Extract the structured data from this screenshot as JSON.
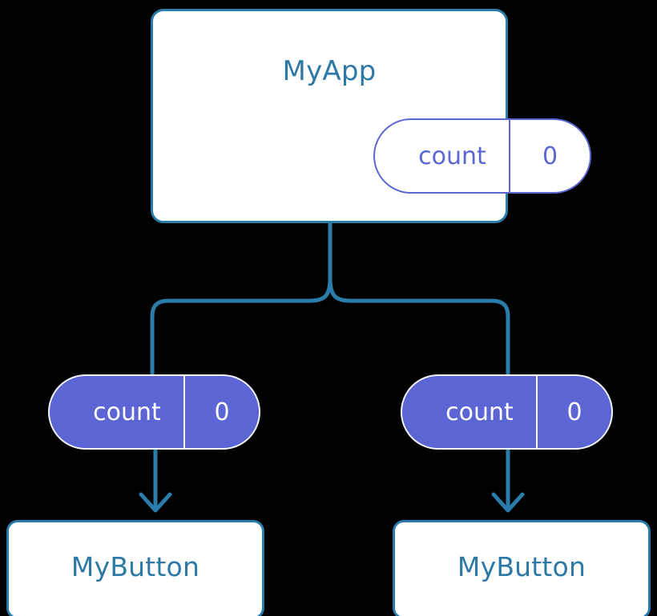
{
  "diagram": {
    "title_text": "MyApp",
    "background_color": "#000000",
    "accent_blue": "#2a7cab",
    "accent_purple": "#5b66d4",
    "root": {
      "name": "MyApp",
      "state": {
        "key": "count",
        "value": "0"
      }
    },
    "branches": [
      {
        "props": {
          "key": "count",
          "value": "0"
        },
        "child": {
          "name": "MyButton"
        }
      },
      {
        "props": {
          "key": "count",
          "value": "0"
        },
        "child": {
          "name": "MyButton"
        }
      }
    ],
    "connectors": {
      "trunk_label": "state-flow-trunk",
      "branch_label": "state-flow-branch",
      "arrow_label": "props-arrow"
    }
  }
}
